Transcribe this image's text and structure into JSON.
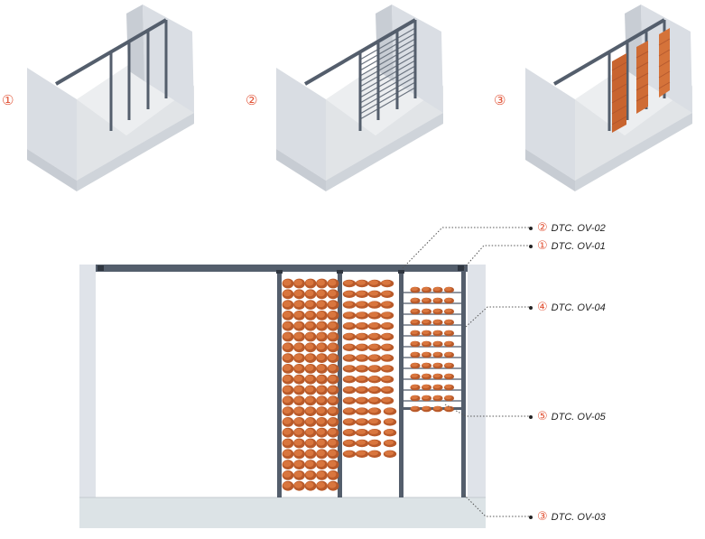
{
  "colors": {
    "accent": "#e2563a",
    "steel": "#545e6c",
    "wall_front": "#d9dde3",
    "wall_side": "#c5cad2",
    "floor": "#e2e5e8",
    "slab": "#dce3e6",
    "fruit_dark": "#b95a2a",
    "fruit_light": "#d9763e",
    "leader": "#555555"
  },
  "steps": [
    {
      "label": "①"
    },
    {
      "label": "②"
    },
    {
      "label": "③"
    }
  ],
  "callouts": [
    {
      "marker": "②",
      "text": "DTC. OV-02"
    },
    {
      "marker": "①",
      "text": "DTC. OV-01"
    },
    {
      "marker": "④",
      "text": "DTC. OV-04"
    },
    {
      "marker": "⑤",
      "text": "DTC. OV-05"
    },
    {
      "marker": "③",
      "text": "DTC. OV-03"
    }
  ]
}
